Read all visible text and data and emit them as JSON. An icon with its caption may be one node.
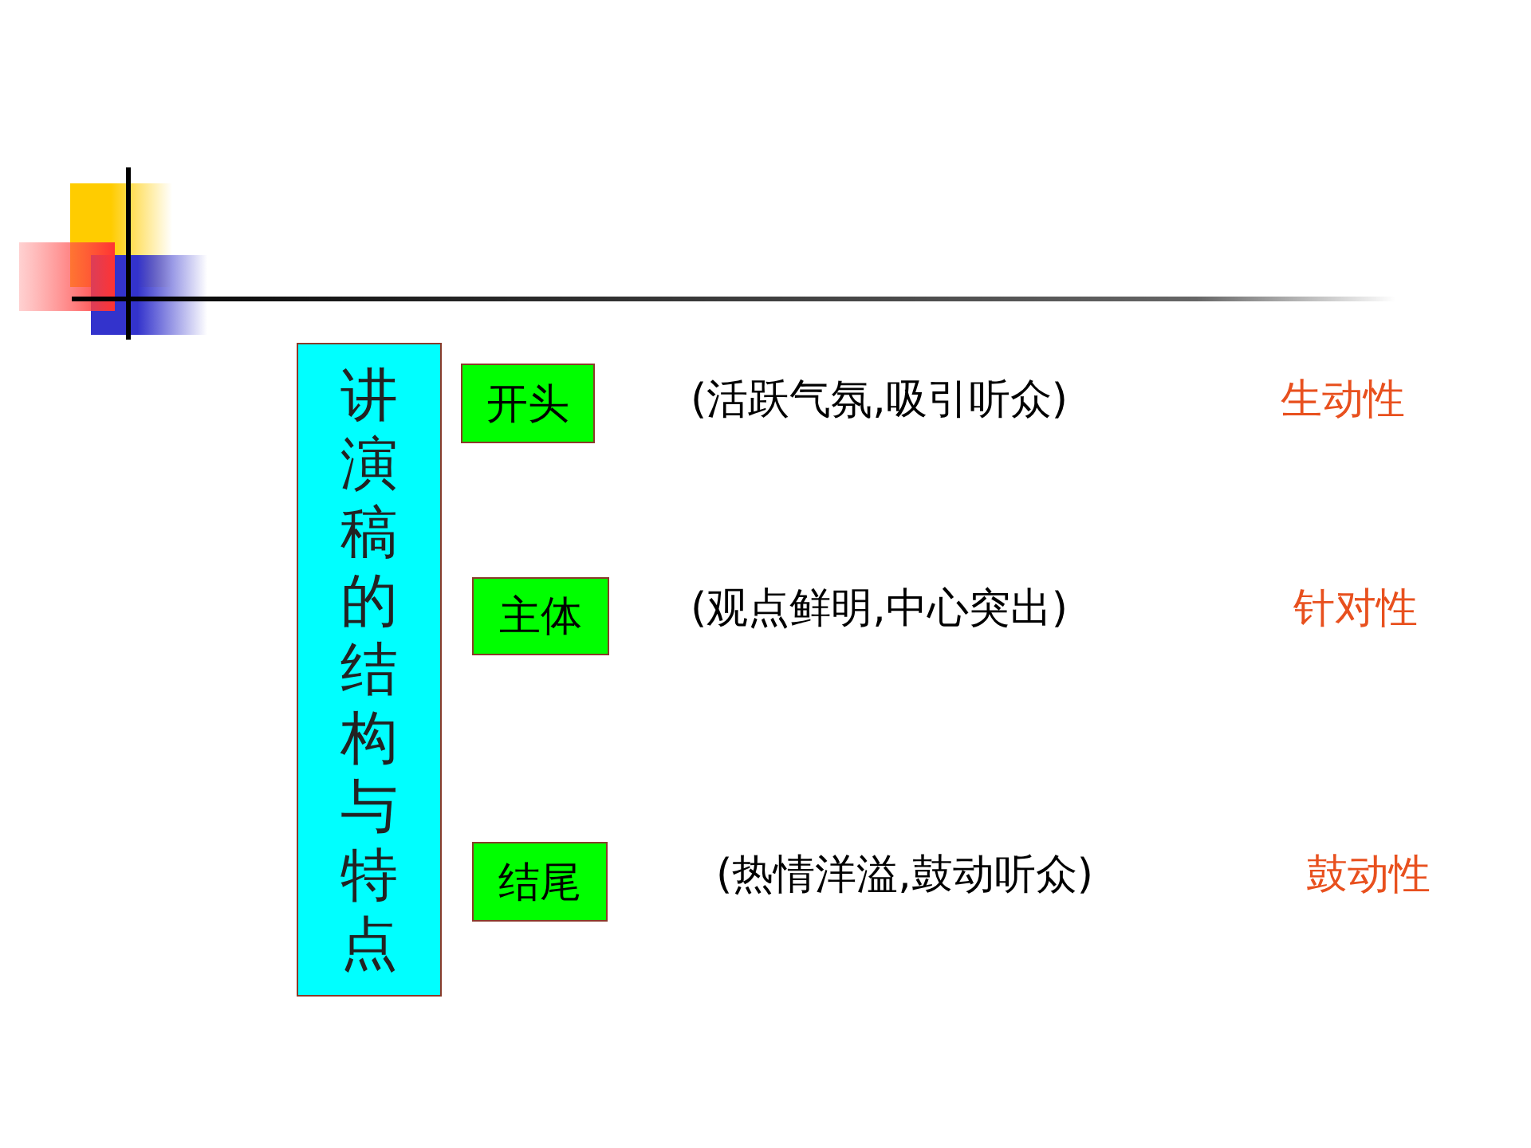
{
  "diagram": {
    "nodes": [
      {
        "text": [
          "讲演稿的结构与特点"
        ]
      },
      {
        "text": [
          "开头"
        ]
      },
      {
        "text": [
          "主体"
        ]
      },
      {
        "text": [
          "结尾"
        ]
      }
    ],
    "labels": [
      "(活跃气氛,吸引听众)",
      "生动性",
      "(观点鲜明,中心突出)",
      "针对性",
      "(热情洋溢,鼓动听众)",
      "鼓动性"
    ]
  }
}
